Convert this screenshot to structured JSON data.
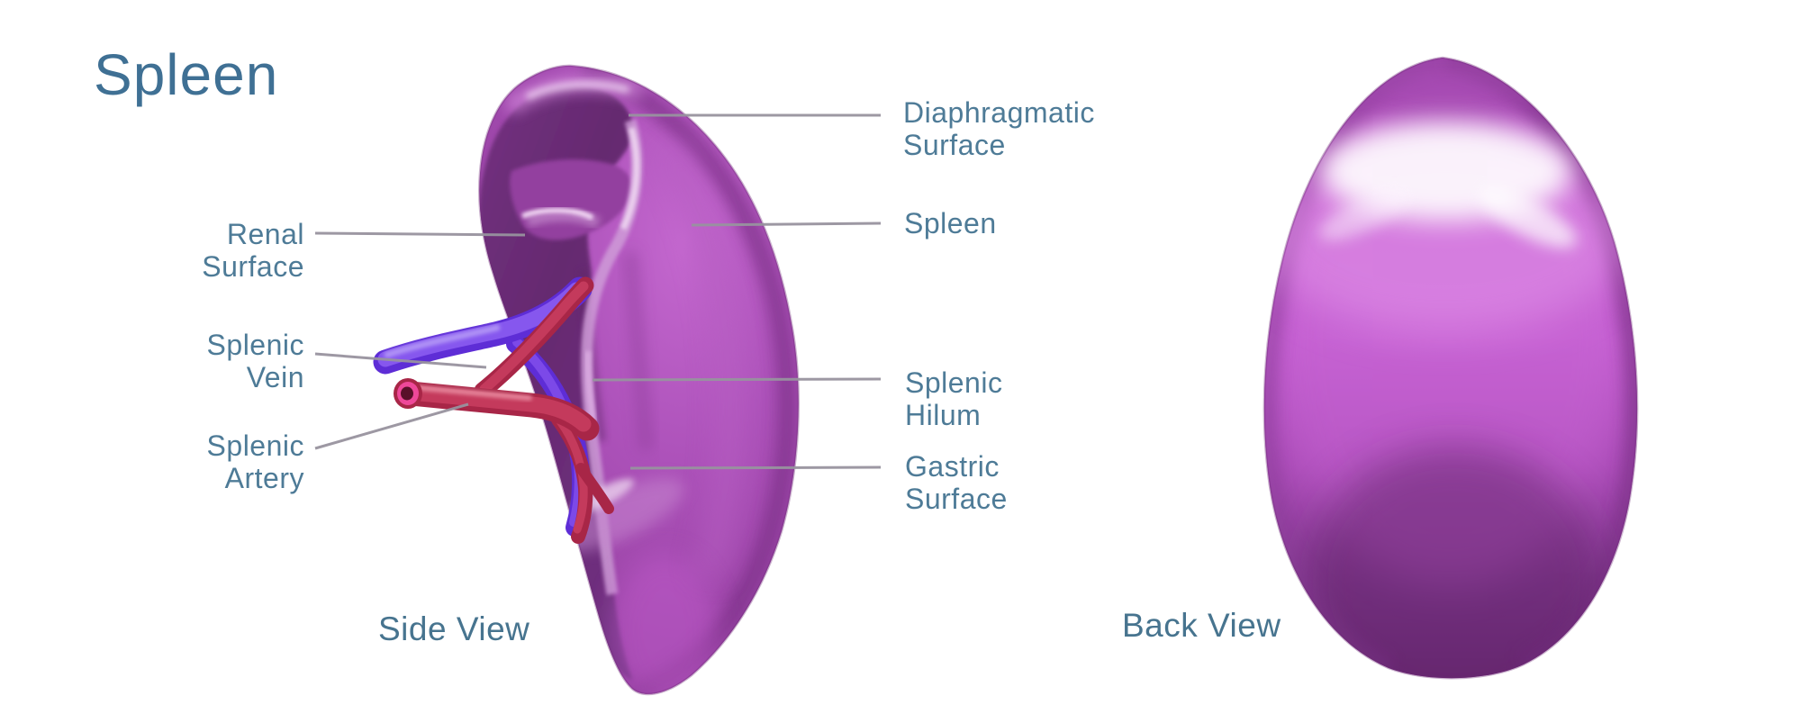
{
  "title": "Spleen",
  "side_view": {
    "caption": "Side View",
    "labels": {
      "diaphragmatic_surface": "Diaphragmatic Surface",
      "spleen": "Spleen",
      "splenic_hilum": "Splenic Hilum",
      "gastric_surface": "Gastric Surface",
      "renal_surface": "Renal Surface",
      "splenic_vein": "Splenic Vein",
      "splenic_artery": "Splenic Artery"
    }
  },
  "back_view": {
    "caption": "Back View"
  },
  "colors": {
    "background": "#ffffff",
    "title_text": "#3f7094",
    "label_text": "#4e7b97",
    "leader_line": "#98939f",
    "spleen_bright": "#c45fd0",
    "spleen_mid": "#9a44a6",
    "spleen_dark": "#662a71",
    "vein_violet": "#7b4af0",
    "artery_red": "#c43a5c"
  }
}
